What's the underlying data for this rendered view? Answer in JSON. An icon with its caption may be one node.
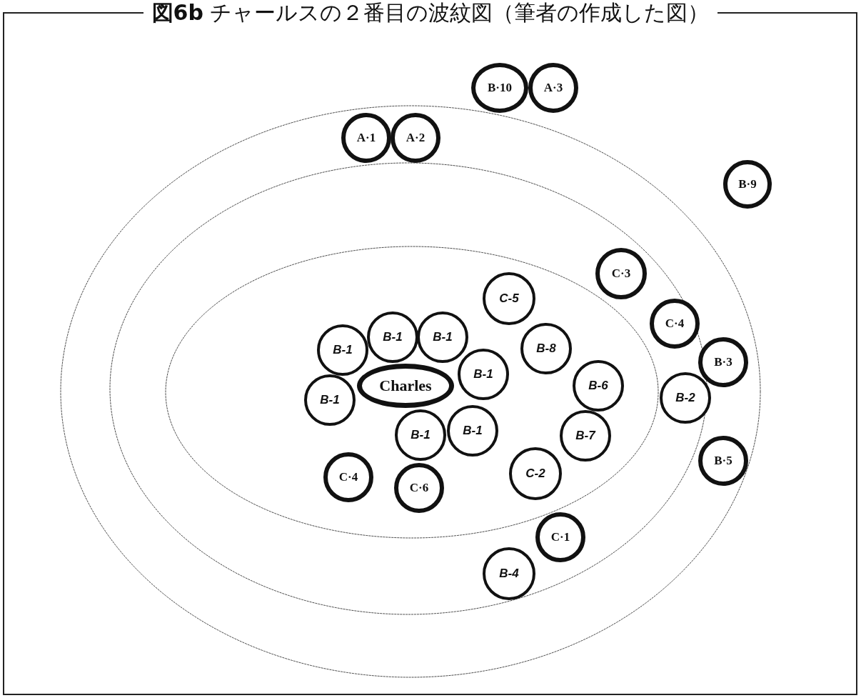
{
  "diagram": {
    "title": "**図6b** チャールスの２番目の波紋図（筆者の作成した図）",
    "nodes": [
      {
        "text": [
          "B·10"
        ]
      },
      {
        "text": [
          "A·3"
        ]
      },
      {
        "text": [
          "A·1"
        ]
      },
      {
        "text": [
          "A·2"
        ]
      },
      {
        "text": [
          "B·9"
        ]
      },
      {
        "text": [
          "C·3"
        ]
      },
      {
        "text": [
          "C-5"
        ]
      },
      {
        "text": [
          "C·4"
        ]
      },
      {
        "text": [
          "B-1"
        ]
      },
      {
        "text": [
          "B-1"
        ]
      },
      {
        "text": [
          "B-1"
        ]
      },
      {
        "text": [
          "B-8"
        ]
      },
      {
        "text": [
          "B·3"
        ]
      },
      {
        "text": [
          "B-1"
        ]
      },
      {
        "text": [
          "B-6"
        ]
      },
      {
        "text": [
          "Charles"
        ]
      },
      {
        "text": [
          "B-2"
        ]
      },
      {
        "text": [
          "B-1"
        ]
      },
      {
        "text": [
          "B-1"
        ]
      },
      {
        "text": [
          "B-1"
        ]
      },
      {
        "text": [
          "B-7"
        ]
      },
      {
        "text": [
          "B·5"
        ]
      },
      {
        "text": [
          "C-2"
        ]
      },
      {
        "text": [
          "C·4"
        ]
      },
      {
        "text": [
          "C·6"
        ]
      },
      {
        "text": [
          "C·1"
        ]
      },
      {
        "text": [
          "B-4"
        ]
      }
    ]
  }
}
